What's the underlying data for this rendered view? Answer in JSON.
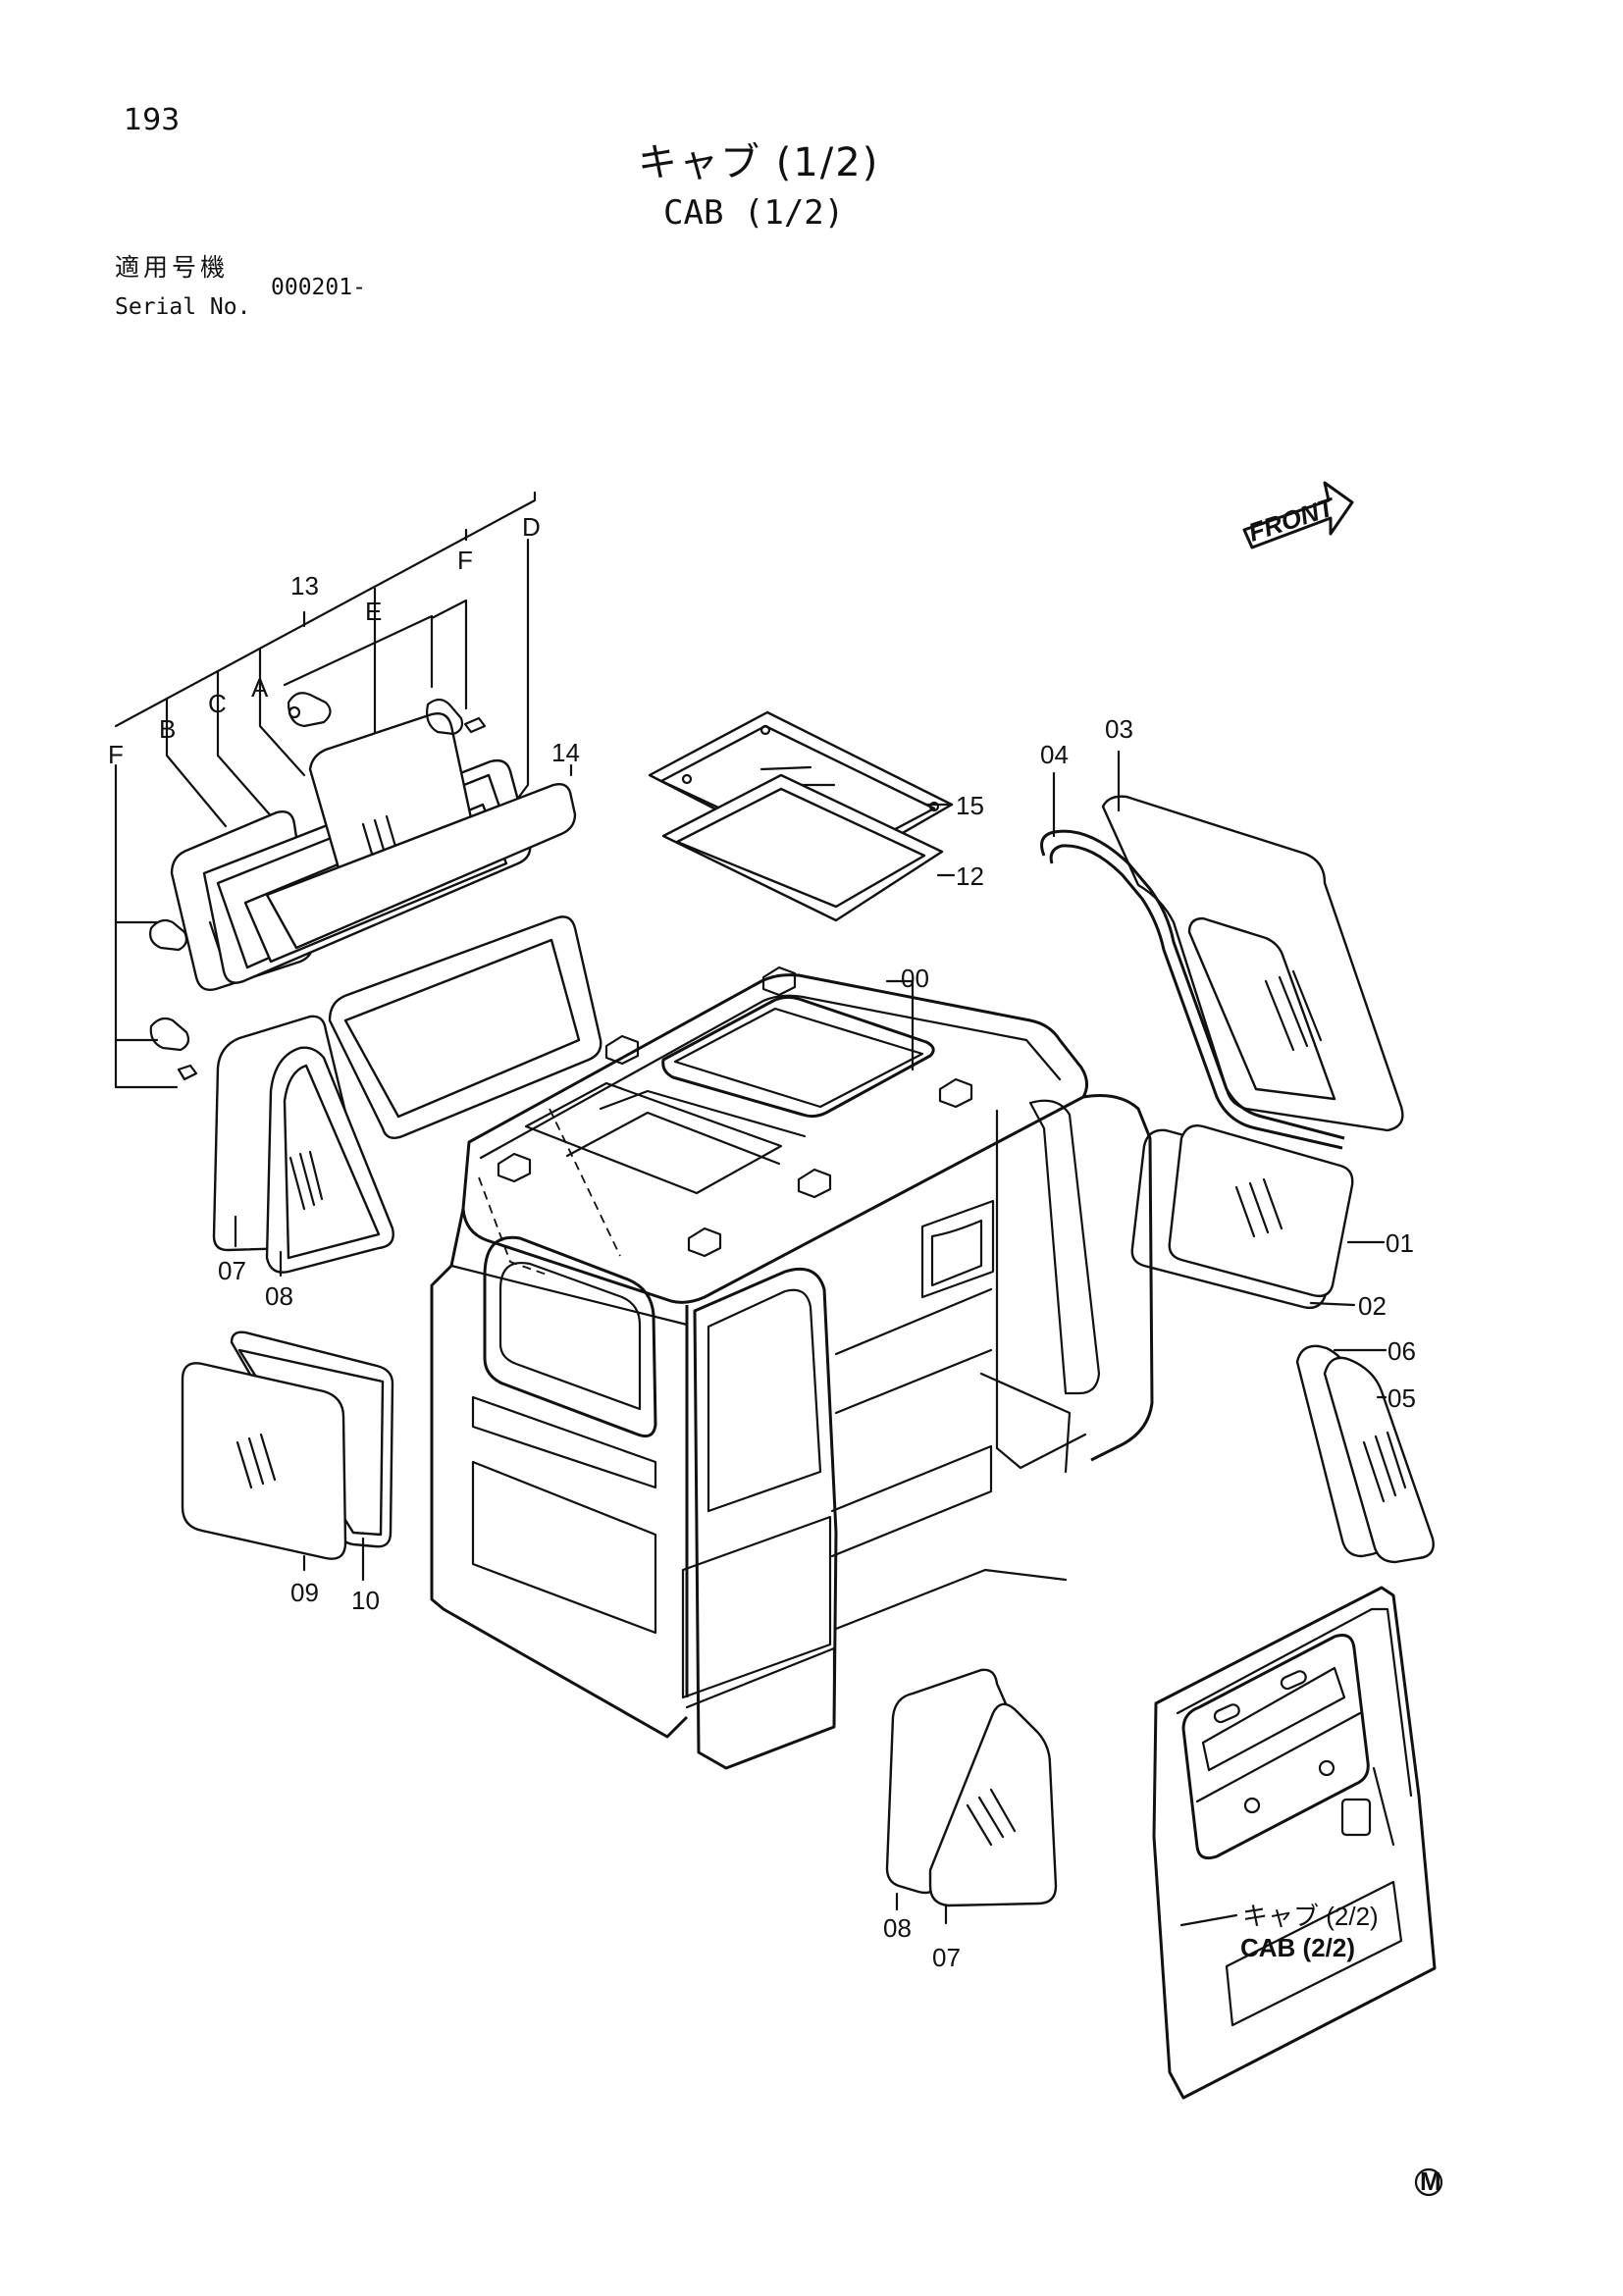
{
  "page": {
    "number": "193"
  },
  "title": {
    "jp": "キャブ (1/2)",
    "en": "CAB (1/2)"
  },
  "serial": {
    "label_jp": "適用号機",
    "label_en": "Serial No.",
    "value": "000201-"
  },
  "front_label": "FRONT",
  "callouts": {
    "p00": "00",
    "p01": "01",
    "p02": "02",
    "p03": "03",
    "p04": "04",
    "p05": "05",
    "p06": "06",
    "p07a": "07",
    "p07b": "07",
    "p08a": "08",
    "p08b": "08",
    "p09": "09",
    "p10": "10",
    "p12": "12",
    "p13": "13",
    "p14": "14",
    "p15": "15"
  },
  "sub_callouts": {
    "A": "A",
    "B": "B",
    "C": "C",
    "D": "D",
    "E": "E",
    "F1": "F",
    "F2": "F"
  },
  "cross_ref": {
    "jp": "キャブ (2/2)",
    "en": "CAB (2/2)"
  },
  "corner_mark": "M"
}
